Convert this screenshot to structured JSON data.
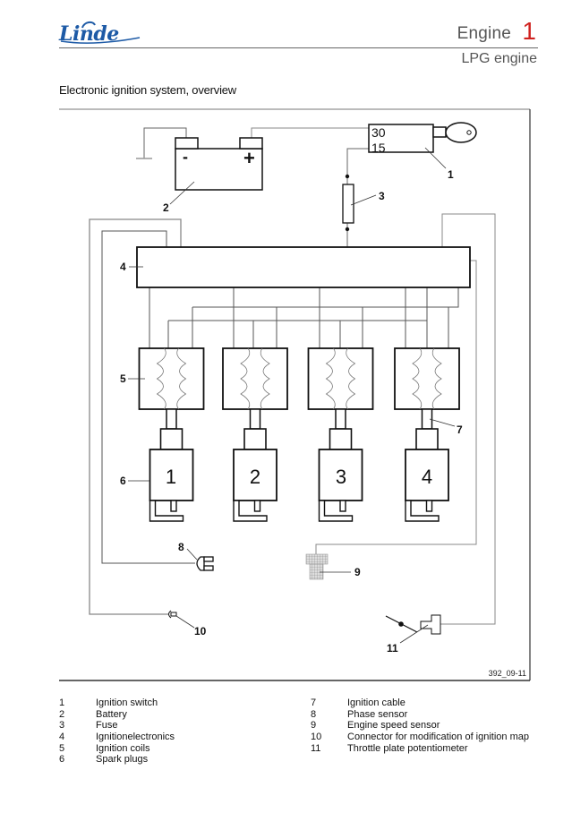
{
  "header": {
    "brand": "Linde",
    "brand_color": "#1d5aa6",
    "section": "Engine",
    "chapter_number": "1",
    "chapter_color": "#d0221f",
    "subsection": "LPG engine"
  },
  "page_title": "Electronic ignition system, overview",
  "diagram": {
    "figure_id": "392_09-11",
    "switch_terminals": [
      "30",
      "15"
    ],
    "battery_symbols": {
      "negative": "-",
      "positive": "+"
    },
    "spark_plug_numbers": [
      "1",
      "2",
      "3",
      "4"
    ],
    "callouts": {
      "c1": "1",
      "c2": "2",
      "c3": "3",
      "c4": "4",
      "c5": "5",
      "c6": "6",
      "c7": "7",
      "c8": "8",
      "c9": "9",
      "c10": "10",
      "c11": "11"
    }
  },
  "legend": {
    "left": [
      {
        "num": "1",
        "label": "Ignition switch"
      },
      {
        "num": "2",
        "label": "Battery"
      },
      {
        "num": "3",
        "label": "Fuse"
      },
      {
        "num": "4",
        "label": "Ignitionelectronics"
      },
      {
        "num": "5",
        "label": "Ignition coils"
      },
      {
        "num": "6",
        "label": "Spark plugs"
      }
    ],
    "right": [
      {
        "num": "7",
        "label": "Ignition cable"
      },
      {
        "num": "8",
        "label": "Phase sensor"
      },
      {
        "num": "9",
        "label": "Engine speed sensor"
      },
      {
        "num": "10",
        "label": "Connector for modification of ignition map"
      },
      {
        "num": "11",
        "label": "Throttle plate potentiometer"
      }
    ]
  }
}
